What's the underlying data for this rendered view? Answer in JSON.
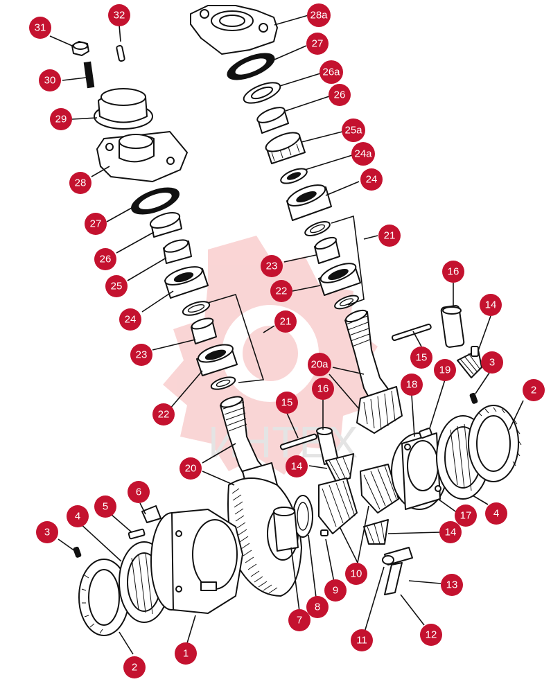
{
  "watermark": {
    "text": "ИНТЕХ",
    "color": "#f5b3b3"
  },
  "callout_color": "#c4122f",
  "callouts": [
    {
      "id": "c31",
      "label": "31"
    },
    {
      "id": "c32",
      "label": "32"
    },
    {
      "id": "c30",
      "label": "30"
    },
    {
      "id": "c29",
      "label": "29"
    },
    {
      "id": "c28",
      "label": "28"
    },
    {
      "id": "c27a",
      "label": "27"
    },
    {
      "id": "c26a1",
      "label": "26"
    },
    {
      "id": "c25a1",
      "label": "25"
    },
    {
      "id": "c24a1",
      "label": "24"
    },
    {
      "id": "c23a1",
      "label": "23"
    },
    {
      "id": "c22a1",
      "label": "22"
    },
    {
      "id": "c21a1",
      "label": "21"
    },
    {
      "id": "c20",
      "label": "20"
    },
    {
      "id": "c28a",
      "label": "28a"
    },
    {
      "id": "c27b",
      "label": "27"
    },
    {
      "id": "c26a",
      "label": "26a"
    },
    {
      "id": "c26b",
      "label": "26"
    },
    {
      "id": "c25a",
      "label": "25a"
    },
    {
      "id": "c24a",
      "label": "24a"
    },
    {
      "id": "c24b",
      "label": "24"
    },
    {
      "id": "c21b",
      "label": "21"
    },
    {
      "id": "c23b",
      "label": "23"
    },
    {
      "id": "c22b",
      "label": "22"
    },
    {
      "id": "c20a",
      "label": "20a"
    },
    {
      "id": "c16a",
      "label": "16"
    },
    {
      "id": "c16b",
      "label": "16"
    },
    {
      "id": "c14a",
      "label": "14"
    },
    {
      "id": "c14b",
      "label": "14"
    },
    {
      "id": "c14c",
      "label": "14"
    },
    {
      "id": "c15a",
      "label": "15"
    },
    {
      "id": "c15b",
      "label": "15"
    },
    {
      "id": "c19",
      "label": "19"
    },
    {
      "id": "c18",
      "label": "18"
    },
    {
      "id": "c3a",
      "label": "3"
    },
    {
      "id": "c3b",
      "label": "3"
    },
    {
      "id": "c2a",
      "label": "2"
    },
    {
      "id": "c2b",
      "label": "2"
    },
    {
      "id": "c4a",
      "label": "4"
    },
    {
      "id": "c4b",
      "label": "4"
    },
    {
      "id": "c5",
      "label": "5"
    },
    {
      "id": "c6",
      "label": "6"
    },
    {
      "id": "c17",
      "label": "17"
    },
    {
      "id": "c13",
      "label": "13"
    },
    {
      "id": "c12",
      "label": "12"
    },
    {
      "id": "c11",
      "label": "11"
    },
    {
      "id": "c10",
      "label": "10"
    },
    {
      "id": "c9",
      "label": "9"
    },
    {
      "id": "c8",
      "label": "8"
    },
    {
      "id": "c7",
      "label": "7"
    },
    {
      "id": "c1",
      "label": "1"
    }
  ]
}
